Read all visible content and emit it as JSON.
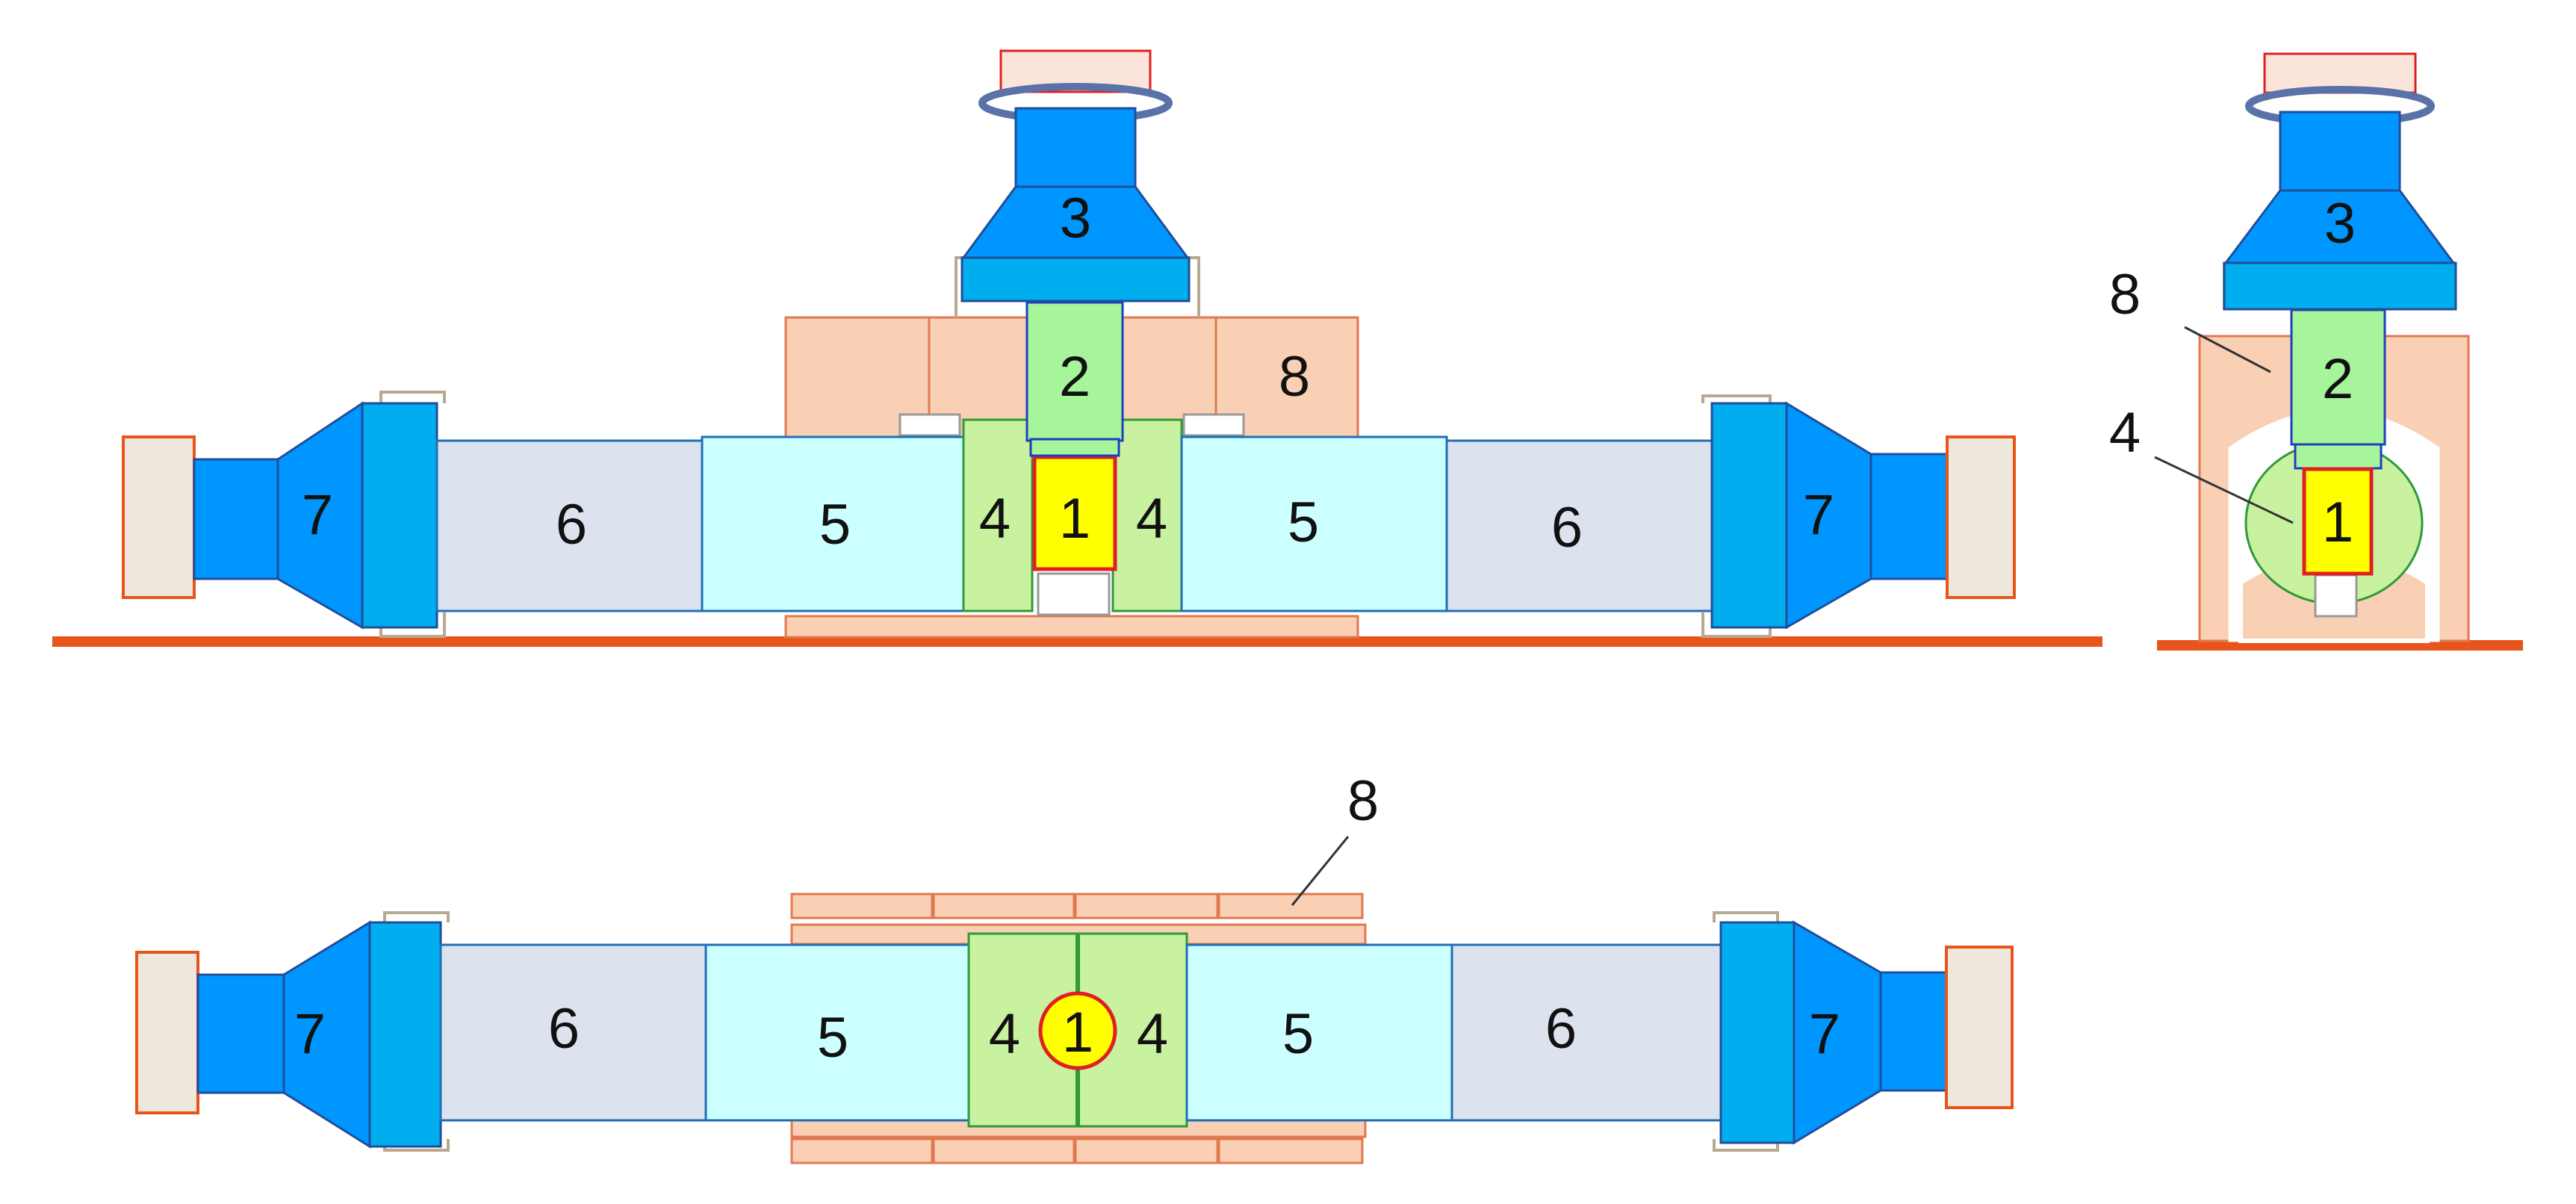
{
  "diagram": {
    "labels": {
      "c1": "1",
      "c2": "2",
      "c3": "3",
      "c4": "4",
      "c5": "5",
      "c6": "6",
      "c7": "7",
      "c8": "8"
    },
    "colors": {
      "yellow": "#FFFF00",
      "red_outline": "#E02020",
      "green": "#A6F59A",
      "lime": "#C8F2A0",
      "cyan": "#CCFFFF",
      "grey_blue": "#DCE3EE",
      "blue": "#0096FF",
      "blue_dark_edge": "#1F4E9A",
      "sky": "#00AEEF",
      "peach": "#F9D0B4",
      "orange_line": "#E8551C",
      "cream": "#EEE8DC"
    }
  }
}
